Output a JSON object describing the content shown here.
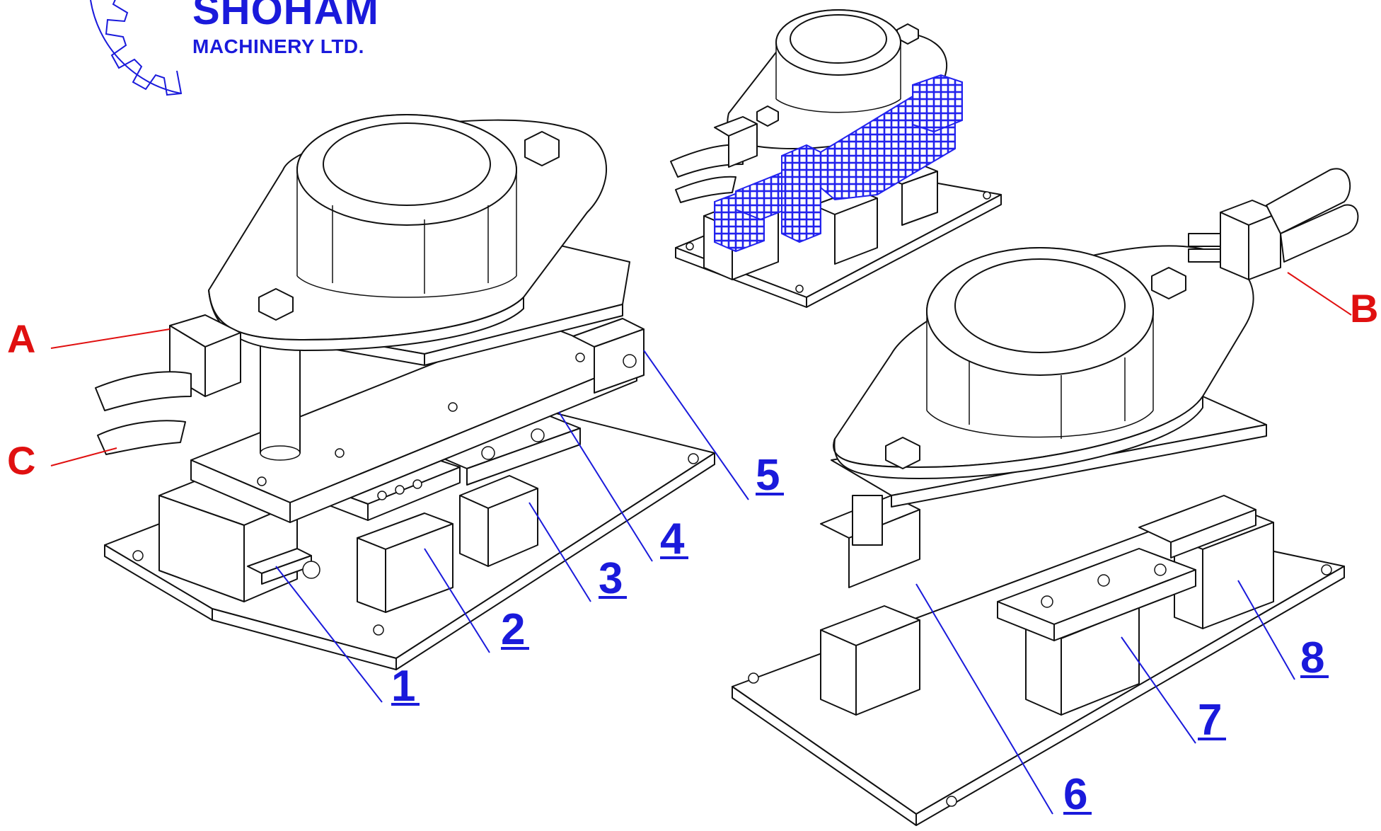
{
  "brand": {
    "line1": "SHOHAM",
    "line2": "MACHINERY LTD.",
    "logo": "gear-logo-icon",
    "color": "#1a1adb"
  },
  "colors": {
    "callout_number": "#1a1adb",
    "callout_letter": "#e01010",
    "mesh": "#2222ee"
  },
  "callouts": {
    "numbers": [
      {
        "id": "1",
        "text": "1"
      },
      {
        "id": "2",
        "text": "2"
      },
      {
        "id": "3",
        "text": "3"
      },
      {
        "id": "4",
        "text": "4"
      },
      {
        "id": "5",
        "text": "5"
      },
      {
        "id": "6",
        "text": "6"
      },
      {
        "id": "7",
        "text": "7"
      },
      {
        "id": "8",
        "text": "8"
      }
    ],
    "letters": [
      {
        "id": "A",
        "text": "A"
      },
      {
        "id": "B",
        "text": "B"
      },
      {
        "id": "C",
        "text": "C"
      }
    ]
  }
}
